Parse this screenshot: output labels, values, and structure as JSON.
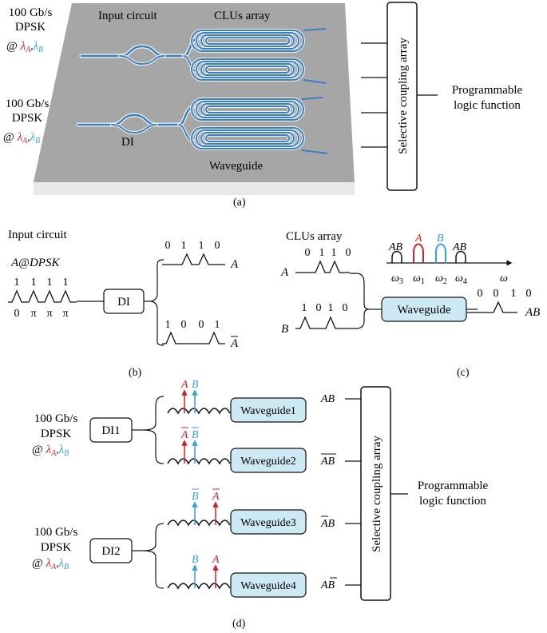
{
  "colors": {
    "red": "#c0272d",
    "blue": "#3aa0d8",
    "waveguide_fill": "#cde9f3",
    "chip_top": "#a4a4a4",
    "chip_side": "#e8e8e8",
    "trace_blue": "#3a7fc4"
  },
  "panel_a": {
    "caption": "(a)",
    "input1": {
      "line1": "100 Gb/s",
      "line2": "DPSK",
      "at": "@",
      "lamA": "λ",
      "subA": "A",
      "comma": ",",
      "lamB": "λ",
      "subB": "B"
    },
    "input2": {
      "line1": "100 Gb/s",
      "line2": "DPSK",
      "at": "@",
      "lamA": "λ",
      "subA": "A",
      "comma": ",",
      "lamB": "λ",
      "subB": "B"
    },
    "label_input_circuit": "Input circuit",
    "label_clus_array": "CLUs array",
    "label_di": "DI",
    "label_waveguide": "Waveguide",
    "selective_box": "Selective coupling array",
    "prog_line1": "Programmable",
    "prog_line2": "logic function"
  },
  "panel_b": {
    "caption": "(b)",
    "title": "Input circuit",
    "signal_label": "A@DPSK",
    "top_bits": [
      "1",
      "1",
      "1",
      "1"
    ],
    "phases": [
      "0",
      "π",
      "π",
      "π"
    ],
    "di_label": "DI",
    "out_a_bits": [
      "0",
      "1",
      "1",
      "0"
    ],
    "out_a_label": "A",
    "out_abar_bits": [
      "1",
      "0",
      "0",
      "1"
    ],
    "out_abar_label": "A"
  },
  "panel_c": {
    "caption": "(c)",
    "title": "CLUs array",
    "a_bits": [
      "0",
      "1",
      "1",
      "0"
    ],
    "a_label": "A",
    "b_bits": [
      "1",
      "0",
      "1",
      "0"
    ],
    "b_label": "B",
    "spectrum_labels": [
      "AB",
      "A",
      "B",
      "AB"
    ],
    "omega_labels": [
      {
        "w": "ω",
        "s": "3"
      },
      {
        "w": "ω",
        "s": "1"
      },
      {
        "w": "ω",
        "s": "2"
      },
      {
        "w": "ω",
        "s": "4"
      }
    ],
    "axis_label": "ω",
    "waveguide_label": "Waveguide",
    "out_bits": [
      "0",
      "0",
      "1",
      "0"
    ],
    "out_label": "AB"
  },
  "panel_d": {
    "caption": "(d)",
    "input1": {
      "line1": "100 Gb/s",
      "line2": "DPSK",
      "at": "@",
      "lamA": "λ",
      "subA": "A",
      "comma": ",",
      "lamB": "λ",
      "subB": "B"
    },
    "input2": {
      "line1": "100 Gb/s",
      "line2": "DPSK",
      "at": "@",
      "lamA": "λ",
      "subA": "A",
      "comma": ",",
      "lamB": "λ",
      "subB": "B"
    },
    "di1": "DI1",
    "di2": "DI2",
    "waveguides": [
      "Waveguide1",
      "Waveguide2",
      "Waveguide3",
      "Waveguide4"
    ],
    "arrow_labels": [
      [
        "A",
        "B"
      ],
      [
        "A",
        "B"
      ],
      [
        "B",
        "A"
      ],
      [
        "B",
        "A"
      ]
    ],
    "outputs": [
      "AB",
      "AB",
      "AB",
      "AB"
    ],
    "selective_box": "Selective coupling array",
    "prog_line1": "Programmable",
    "prog_line2": "logic function"
  }
}
